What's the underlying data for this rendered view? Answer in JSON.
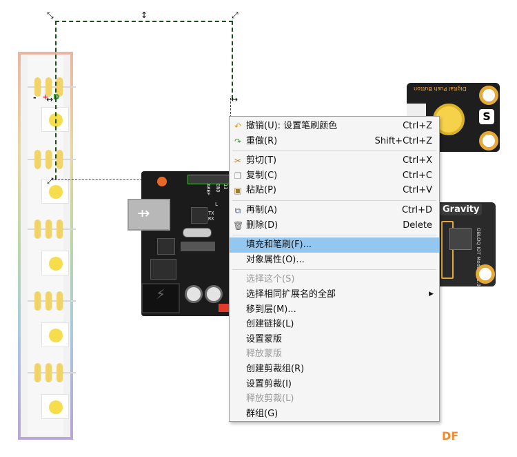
{
  "menu": {
    "items": [
      {
        "label": "撤销(U): 设置笔刷颜色",
        "shortcut": "Ctrl+Z",
        "icon": "undo-icon"
      },
      {
        "label": "重做(R)",
        "shortcut": "Shift+Ctrl+Z",
        "icon": "redo-icon"
      },
      {
        "label": "剪切(T)",
        "shortcut": "Ctrl+X",
        "icon": "scissors-icon"
      },
      {
        "label": "复制(C)",
        "shortcut": "Ctrl+C",
        "icon": "copy-icon"
      },
      {
        "label": "粘贴(P)",
        "shortcut": "Ctrl+V",
        "icon": "paste-icon"
      },
      {
        "label": "再制(A)",
        "shortcut": "Ctrl+D",
        "icon": "duplicate-icon"
      },
      {
        "label": "删除(D)",
        "shortcut": "Delete",
        "icon": "trash-icon"
      },
      {
        "label": "填充和笔刷(F)..."
      },
      {
        "label": "对象属性(O)..."
      },
      {
        "label": "选择这个(S)"
      },
      {
        "label": "选择相同扩展名的全部"
      },
      {
        "label": "移到层(M)..."
      },
      {
        "label": "创建链接(L)"
      },
      {
        "label": "设置蒙版"
      },
      {
        "label": "释放蒙版"
      },
      {
        "label": "创建剪裁组(R)"
      },
      {
        "label": "设置剪裁(I)"
      },
      {
        "label": "释放剪裁(L)"
      },
      {
        "label": "群组(G)"
      }
    ]
  },
  "canvas": {
    "strip_minus": "-",
    "strip_plus": "+",
    "strip_data": "D",
    "button_module_title": "Digital Push Button",
    "button_module_badge": "S",
    "gravity_title": "Gravity",
    "gravity_module_text": "OBLOQ IOT Module V1.0",
    "board_pin_labels": [
      "AREF",
      "GND",
      "13"
    ],
    "board_tx": "TX",
    "board_rx": "RX",
    "board_l": "L"
  },
  "watermark": "DF",
  "colors": {
    "highlight": "#94c7f0",
    "led": "#f5dd4c",
    "accent": "#f08a2a"
  }
}
